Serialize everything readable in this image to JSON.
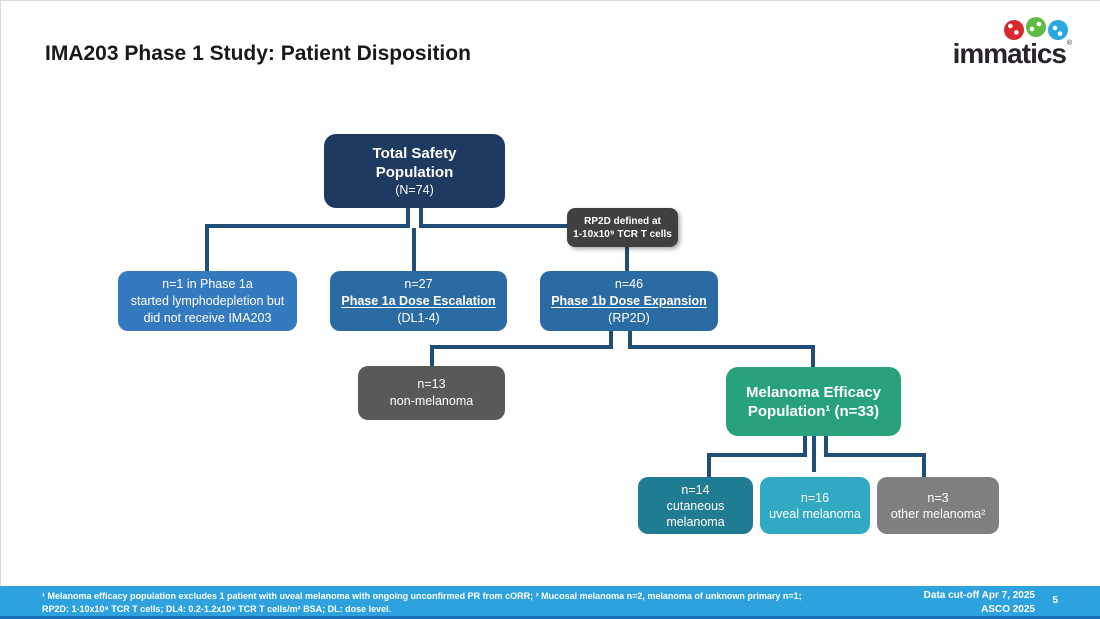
{
  "slide": {
    "title": "IMA203 Phase 1 Study: Patient Disposition",
    "logo": {
      "text": "immatics",
      "registered": "®"
    }
  },
  "flowchart": {
    "total_safety": {
      "line1": "Total Safety",
      "line2": "Population",
      "n": "(N=74)"
    },
    "rp2d_callout": {
      "line1": "RP2D defined at",
      "line2": "1-10x10⁹ TCR T cells"
    },
    "phase1a_not_dosed": {
      "line1": "n=1 in Phase 1a",
      "line2": "started lymphodepletion but",
      "line3": "did not receive IMA203"
    },
    "phase1a_escalation": {
      "n": "n=27",
      "label": "Phase 1a Dose Escalation",
      "sub": "(DL1-4)"
    },
    "phase1b_expansion": {
      "n": "n=46",
      "label": "Phase 1b Dose Expansion",
      "sub": "(RP2D)"
    },
    "non_melanoma": {
      "n": "n=13",
      "label": "non-melanoma"
    },
    "melanoma_efficacy": {
      "line1": "Melanoma Efficacy",
      "line2": "Population¹ (n=33)"
    },
    "cutaneous_melanoma": {
      "n": "n=14",
      "line1": "cutaneous",
      "line2": "melanoma"
    },
    "uveal_melanoma": {
      "n": "n=16",
      "label": "uveal melanoma"
    },
    "other_melanoma": {
      "n": "n=3",
      "label": "other melanoma²"
    }
  },
  "footer": {
    "note_line1": "¹ Melanoma efficacy population excludes 1 patient with uveal melanoma with ongoing unconfirmed PR from cORR; ² Mucosal melanoma n=2, melanoma of unknown primary n=1;",
    "note_line2": "RP2D: 1-10x10⁹ TCR T cells; DL4: 0.2-1.2x10⁹ TCR T cells/m² BSA; DL: dose level.",
    "data_cutoff": "Data cut-off Apr 7, 2025",
    "conference": "ASCO 2025",
    "page_number": "5"
  },
  "colors": {
    "navy_box": "#1F3A60",
    "blue_box_light": "#3579BE",
    "blue_box": "#2A6BA4",
    "connector": "#1F4E79",
    "callout_gray": "#404040",
    "dark_gray_box": "#595959",
    "green_box": "#27A27C",
    "teal_box": "#207C92",
    "cyan_box": "#31A9C3",
    "light_gray_box": "#7F7F7F",
    "footer_bar": "#2EA2DF"
  }
}
